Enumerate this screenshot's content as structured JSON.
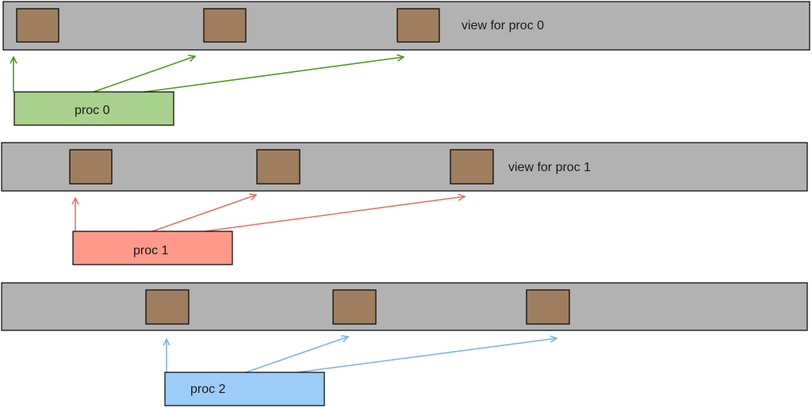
{
  "rows": [
    {
      "view_label": "view for proc 0",
      "proc_label": "proc 0",
      "proc_color": "#a9d18e",
      "arrow_color": "#4c9a1f"
    },
    {
      "view_label": "view for proc 1",
      "proc_label": "proc 1",
      "proc_color": "#ff9a8a",
      "arrow_color": "#e8716a"
    },
    {
      "view_label": "",
      "proc_label": "proc 2",
      "proc_color": "#9ccdf8",
      "arrow_color": "#7ab6ec"
    }
  ]
}
